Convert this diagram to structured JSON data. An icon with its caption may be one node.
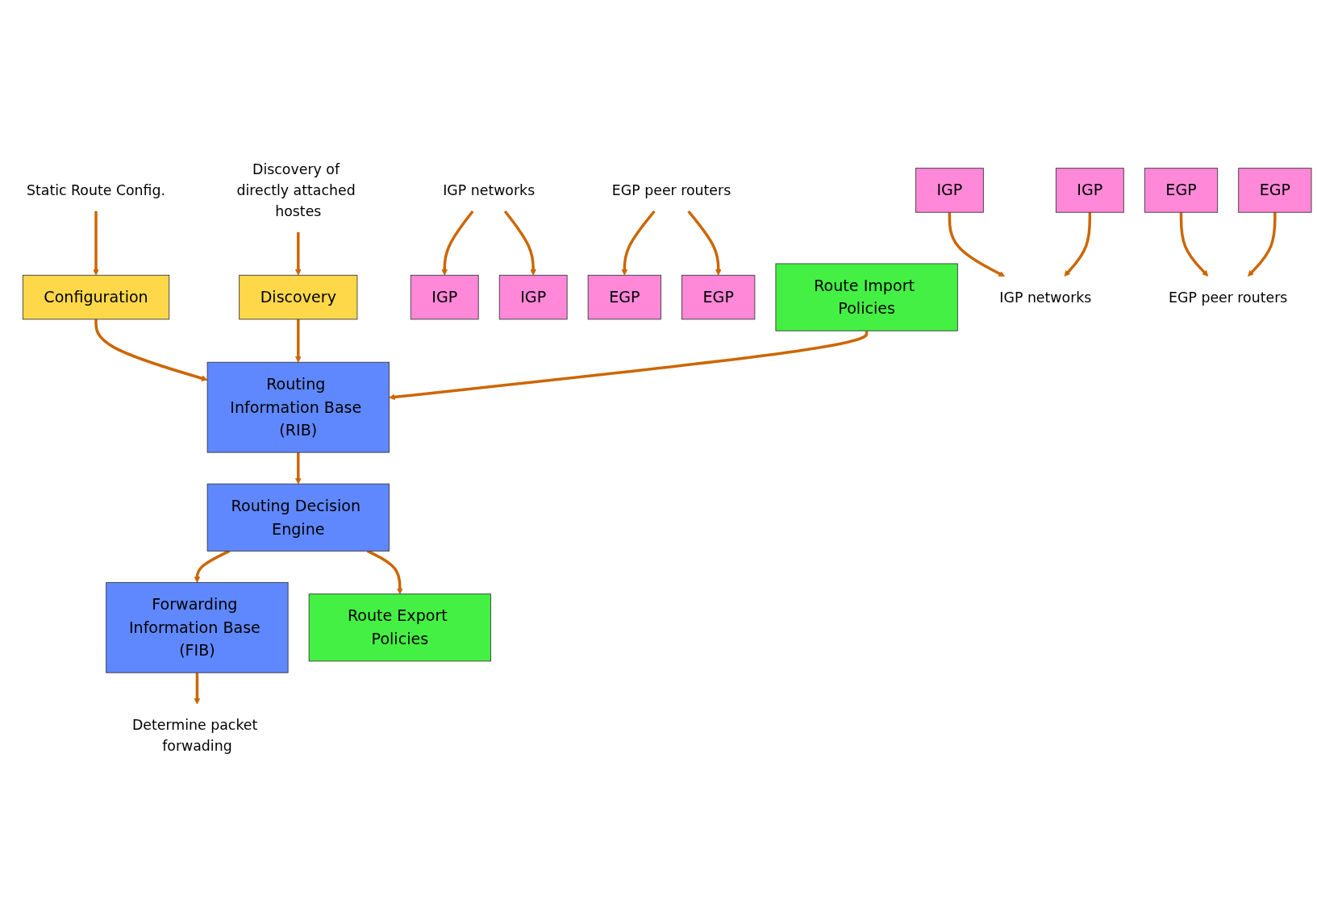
{
  "diagram": {
    "nodes": [
      {
        "text": [
          "Static Route Config."
        ]
      },
      {
        "text": [
          "Discovery of directly attached hostes"
        ]
      },
      {
        "text": [
          "IGP networks"
        ]
      },
      {
        "text": [
          "EGP peer routers"
        ]
      },
      {
        "text": [
          "Configuration"
        ]
      },
      {
        "text": [
          "Discovery"
        ]
      },
      {
        "text": [
          "IGP"
        ]
      },
      {
        "text": [
          "IGP"
        ]
      },
      {
        "text": [
          "EGP"
        ]
      },
      {
        "text": [
          "EGP"
        ]
      },
      {
        "text": [
          "Route Import Policies"
        ]
      },
      {
        "text": [
          "Routing Information Base (RIB)"
        ]
      },
      {
        "text": [
          "Routing Decision Engine"
        ]
      },
      {
        "text": [
          "Forwarding Information Base (FIB)"
        ]
      },
      {
        "text": [
          "Route Export Policies"
        ]
      },
      {
        "text": [
          "IGP"
        ]
      },
      {
        "text": [
          "IGP"
        ]
      },
      {
        "text": [
          "EGP"
        ]
      },
      {
        "text": [
          "EGP"
        ]
      },
      {
        "text": [
          "Determine packet forwading"
        ]
      },
      {
        "text": [
          "IGP networks"
        ]
      },
      {
        "text": [
          "EGP peer routers"
        ]
      }
    ],
    "edges": [
      {
        "from": 0,
        "to": 4,
        "arrow": "to"
      },
      {
        "from": 1,
        "to": 5,
        "arrow": "to"
      },
      {
        "from": 2,
        "to": 6,
        "arrow": "to"
      },
      {
        "from": 2,
        "to": 7,
        "arrow": "to"
      },
      {
        "from": 3,
        "to": 8,
        "arrow": "to"
      },
      {
        "from": 3,
        "to": 9,
        "arrow": "to"
      },
      {
        "from": 4,
        "to": 11,
        "arrow": "to"
      },
      {
        "from": 5,
        "to": 11,
        "arrow": "to"
      },
      {
        "from": 10,
        "to": 11,
        "arrow": "to"
      },
      {
        "from": 11,
        "to": 12,
        "arrow": "to"
      },
      {
        "from": 12,
        "to": 13,
        "arrow": "to"
      },
      {
        "from": 12,
        "to": 14,
        "arrow": "to"
      },
      {
        "from": 13,
        "to": 19,
        "arrow": "to"
      },
      {
        "from": 15,
        "to": 20,
        "arrow": "to"
      },
      {
        "from": 16,
        "to": 20,
        "arrow": "to"
      },
      {
        "from": 17,
        "to": 21,
        "arrow": "to"
      },
      {
        "from": 18,
        "to": 21,
        "arrow": "to"
      }
    ]
  }
}
